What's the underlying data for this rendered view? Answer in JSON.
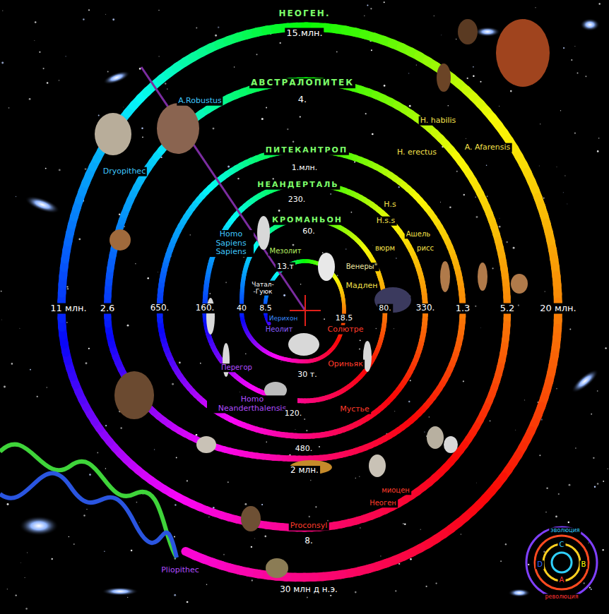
{
  "diagram": {
    "labels": [
      "НЕОГЕН.",
      "15.млн.",
      "АВСТРАЛОПИТЕК",
      "4.",
      "ПИТЕКАНТРОП",
      "1.млн.",
      "НЕАНДЕРТАЛЬ",
      "230.",
      "КРОМАНЬОН",
      "60.",
      "Мезолит",
      "13.т",
      "Венеры\"",
      "Мадлен",
      "вюрм",
      "Ашель",
      "рисс",
      "H.s",
      "H.s.s",
      "H. erectus",
      "H. habilis",
      "A. Afarensis",
      "A.Robustus",
      "Dryopithec",
      "Homo Sapiens Sapiens",
      "Чатал- -Гуюк",
      "8.5",
      "Иерихон",
      "Неолит",
      "18.5",
      "Солютре",
      "Ориньяк",
      "30 т.",
      "Перегор",
      "Homo Neanderthalensis",
      "120.",
      "Мустье",
      "480.",
      "2 млн.",
      "миоцен",
      "Неоген",
      "Proconsyl",
      "8.",
      "30 млн д н.э.",
      "Pliopithec",
      "11 млн.",
      "2.6",
      "650.",
      "160.",
      "40",
      "80.",
      "330.",
      "1.3",
      "5.2",
      "20 млн.",
      "эволюция",
      "революция",
      "C",
      "B",
      "A",
      "D"
    ]
  }
}
